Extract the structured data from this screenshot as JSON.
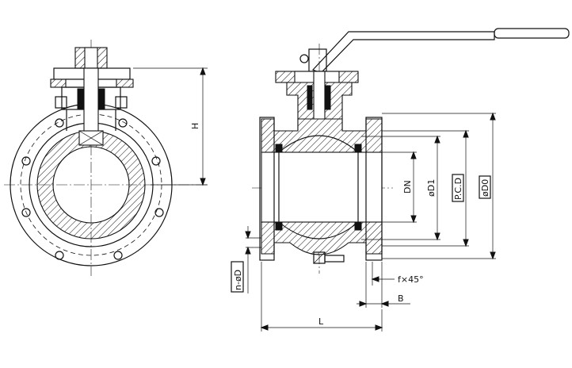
{
  "labels": {
    "height": "H",
    "nominal_diameter": "DN",
    "bore_diameter": "øD1",
    "pitch_circle": "P.C.D",
    "outer_diameter": "øD0",
    "bolt_holes": "n-øD",
    "chamfer": "f×45°",
    "flange_thickness": "B",
    "length": "L"
  }
}
